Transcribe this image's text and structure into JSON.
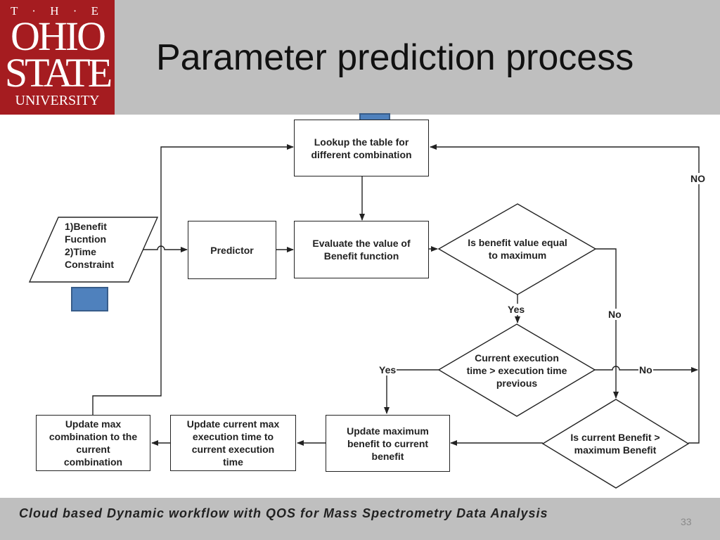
{
  "header": {
    "logo": {
      "line1": "T · H · E",
      "line2": "OHIO",
      "line3": "STATE",
      "line4": "UNIVERSITY"
    },
    "title": "Parameter prediction process"
  },
  "diagram": {
    "input_line1": "1)Benefit",
    "input_line2": "Fucntion",
    "input_line3": "2)Time",
    "input_line4": "Constraint",
    "predictor": "Predictor",
    "lookup_line1": "Lookup the table for",
    "lookup_line2": "different combination",
    "evaluate_line1": "Evaluate the value of",
    "evaluate_line2": "Benefit function",
    "decision1_line1": "Is benefit value equal",
    "decision1_line2": "to maximum",
    "decision2_line1": "Current execution",
    "decision2_line2": "time > execution time",
    "decision2_line3": "previous",
    "decision3_line1": "Is current Benefit >",
    "decision3_line2": "maximum Benefit",
    "update_max_benefit_line1": "Update maximum",
    "update_max_benefit_line2": "benefit to current",
    "update_max_benefit_line3": "benefit",
    "update_exec_time_line1": "Update current max",
    "update_exec_time_line2": "execution time to",
    "update_exec_time_line3": "current execution",
    "update_exec_time_line4": "time",
    "update_combination_line1": "Update max",
    "update_combination_line2": "combination to the",
    "update_combination_line3": "current",
    "update_combination_line4": "combination",
    "label_yes1": "Yes",
    "label_no1": "No",
    "label_yes2": "Yes",
    "label_no2": "No",
    "label_no_top": "NO"
  },
  "footer": {
    "text": "Cloud based Dynamic workflow with QOS for Mass Spectrometry Data Analysis",
    "page_number": "33"
  }
}
